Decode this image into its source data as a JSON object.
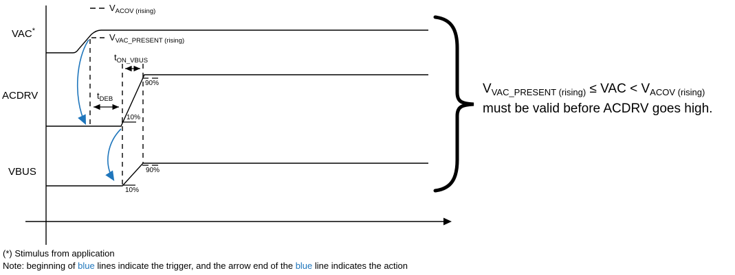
{
  "figure": {
    "signals": [
      {
        "name": "VAC",
        "superscript": "*"
      },
      {
        "name": "ACDRV"
      },
      {
        "name": "VBUS"
      }
    ],
    "thresholds": {
      "acov": {
        "base": "V",
        "sub": "ACOV (rising)"
      },
      "vac_present": {
        "base": "V",
        "sub": "VAC_PRESENT (rising)"
      }
    },
    "timings": {
      "ton_vbus": {
        "base": "t",
        "sub": "ON_VBUS"
      },
      "tdeb": {
        "base": "t",
        "sub": "DEB"
      }
    },
    "percent_labels": {
      "p90": "90%",
      "p10": "10%"
    },
    "condition": {
      "line1": {
        "v1": "V",
        "v1sub": "VAC_PRESENT (rising)",
        "middle": " ≤ VAC < ",
        "v2": "V",
        "v2sub": "ACOV (rising)"
      },
      "line2": "must be valid before ACDRV goes high."
    },
    "notes": {
      "line1": "(*) Stimulus from application",
      "line2_parts": [
        {
          "text": "Note: beginning of "
        },
        {
          "text": "blue"
        },
        {
          "text": " lines indicate the trigger, and the arrow end of the "
        },
        {
          "text": "blue"
        },
        {
          "text": " line indicates the action"
        }
      ]
    },
    "colors": {
      "accent_blue": "#1F76BC",
      "line_black": "#000000"
    }
  }
}
